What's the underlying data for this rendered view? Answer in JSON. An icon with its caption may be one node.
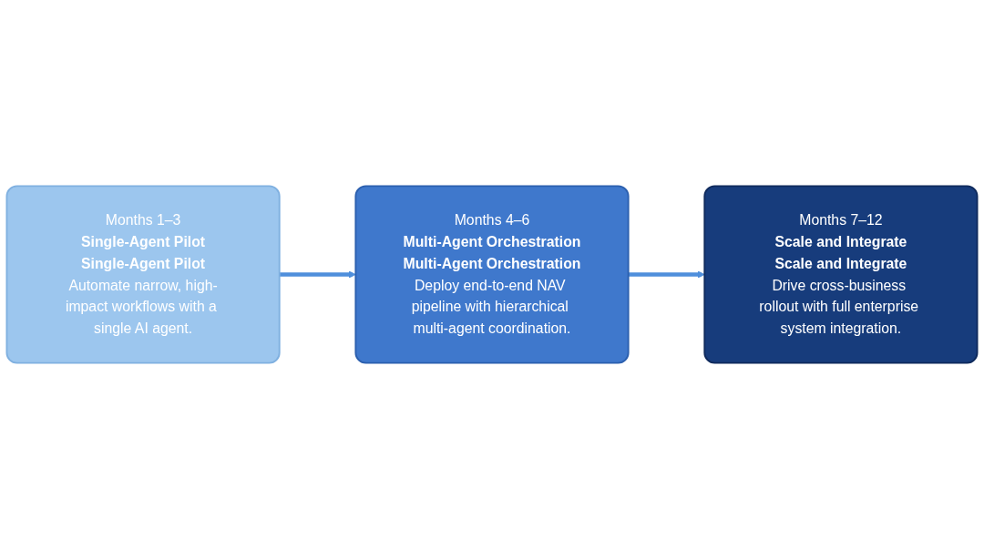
{
  "diagram": {
    "nodes": [
      {
        "text": [
          "Months 1–3",
          "Single-Agent Pilot",
          "Single-Agent Pilot",
          "Automate narrow, high-impact workflows with a single AI agent."
        ]
      },
      {
        "text": [
          "Months 4–6",
          "Multi-Agent Orchestration",
          "Multi-Agent Orchestration",
          "Deploy end-to-end NAV pipeline with hierarchical multi-agent coordination."
        ]
      },
      {
        "text": [
          "Months 7–12",
          "Scale and Integrate",
          "Scale and Integrate",
          "Drive cross-business rollout with full enterprise system integration."
        ]
      }
    ],
    "edges": [
      {
        "from": 0,
        "to": 1,
        "arrow": "to"
      },
      {
        "from": 1,
        "to": 2,
        "arrow": "to"
      }
    ]
  }
}
